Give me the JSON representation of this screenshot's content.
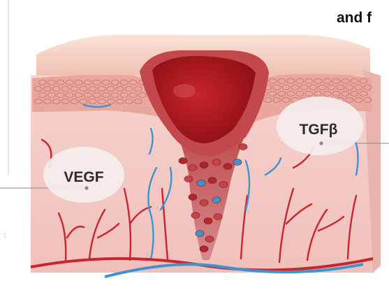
{
  "heading": "and f",
  "labels": {
    "vegf": "VEGF",
    "tgf": "TGFβ"
  },
  "colors": {
    "skin_surface": "#f4c9b7",
    "epidermis": "#e79c94",
    "dermis": "#f7d7d2",
    "clot": "#b3141c",
    "vessel_red": "#c9252d",
    "vessel_blue": "#3f93cf",
    "bubble": "#f5eeee",
    "leader_line": "#8a8a8a"
  },
  "icons": {
    "left_fragment": "small-dot-glyph"
  }
}
